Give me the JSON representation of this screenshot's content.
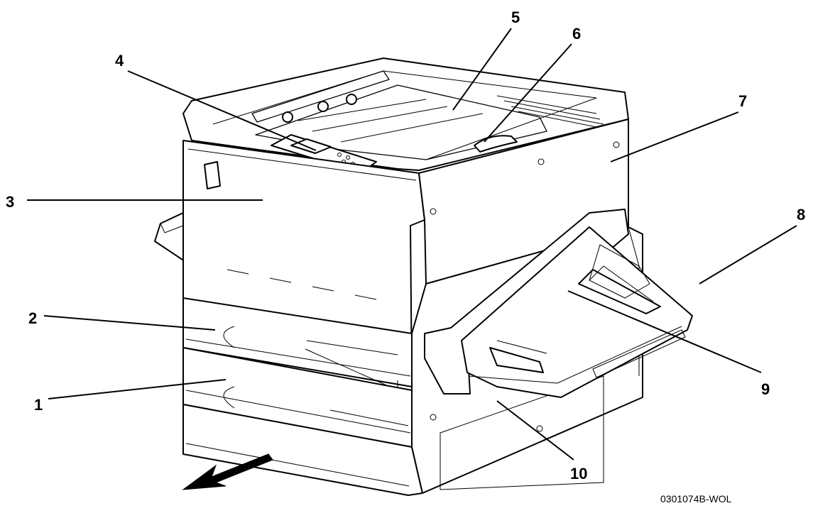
{
  "callouts": [
    {
      "id": "1",
      "label": "1"
    },
    {
      "id": "2",
      "label": "2"
    },
    {
      "id": "3",
      "label": "3"
    },
    {
      "id": "4",
      "label": "4"
    },
    {
      "id": "5",
      "label": "5"
    },
    {
      "id": "6",
      "label": "6"
    },
    {
      "id": "7",
      "label": "7"
    },
    {
      "id": "8",
      "label": "8"
    },
    {
      "id": "9",
      "label": "9"
    },
    {
      "id": "10",
      "label": "10"
    }
  ],
  "figure_code": "0301074B-WOL"
}
